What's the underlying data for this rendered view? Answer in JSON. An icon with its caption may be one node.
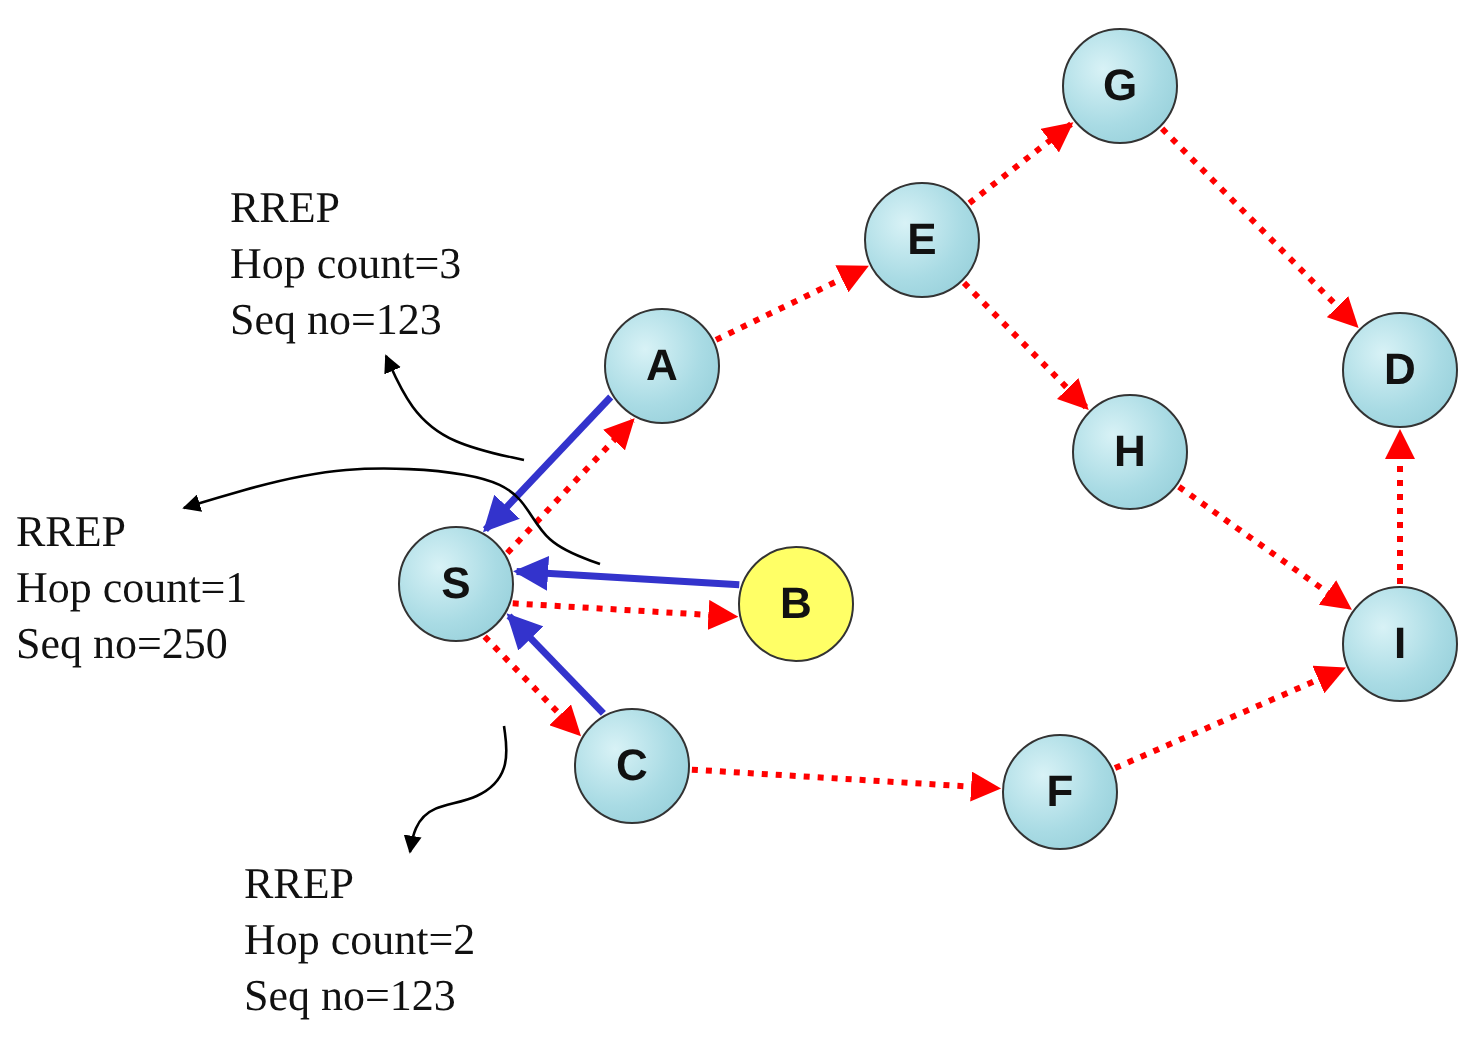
{
  "diagram": {
    "nodes": [
      {
        "text": [
          "S"
        ]
      },
      {
        "text": [
          "A"
        ]
      },
      {
        "text": [
          "B"
        ]
      },
      {
        "text": [
          "C"
        ]
      },
      {
        "text": [
          "E"
        ]
      },
      {
        "text": [
          "G"
        ]
      },
      {
        "text": [
          "H"
        ]
      },
      {
        "text": [
          "D"
        ]
      },
      {
        "text": [
          "I"
        ]
      },
      {
        "text": [
          "F"
        ]
      },
      {
        "text": [
          "RREP",
          "Hop count=3",
          "Seq no=123"
        ]
      },
      {
        "text": [
          "RREP",
          "Hop count=1",
          "Seq no=250"
        ]
      },
      {
        "text": [
          "RREP",
          "Hop count=2",
          "Seq no=123"
        ]
      }
    ],
    "edges": [
      {
        "from": 0,
        "to": 1,
        "arrow": "to",
        "style": "dashed"
      },
      {
        "from": 0,
        "to": 2,
        "arrow": "to",
        "style": "dashed"
      },
      {
        "from": 0,
        "to": 3,
        "arrow": "to",
        "style": "dashed"
      },
      {
        "from": 1,
        "to": 4,
        "arrow": "to",
        "style": "dashed"
      },
      {
        "from": 4,
        "to": 5,
        "arrow": "to",
        "style": "dashed"
      },
      {
        "from": 4,
        "to": 6,
        "arrow": "to",
        "style": "dashed"
      },
      {
        "from": 5,
        "to": 7,
        "arrow": "to",
        "style": "dashed"
      },
      {
        "from": 6,
        "to": 8,
        "arrow": "to",
        "style": "dashed"
      },
      {
        "from": 3,
        "to": 9,
        "arrow": "to",
        "style": "dashed"
      },
      {
        "from": 9,
        "to": 8,
        "arrow": "to",
        "style": "dashed"
      },
      {
        "from": 8,
        "to": 7,
        "arrow": "to",
        "style": "dashed"
      },
      {
        "from": 1,
        "to": 0,
        "arrow": "to",
        "color": "#3333cc"
      },
      {
        "from": 2,
        "to": 0,
        "arrow": "to",
        "color": "#3333cc"
      },
      {
        "from": 3,
        "to": 0,
        "arrow": "to",
        "color": "#3333cc"
      },
      {
        "from": null,
        "to": 10,
        "arrow": "to",
        "color": "#000000"
      },
      {
        "from": null,
        "to": 11,
        "arrow": "to",
        "color": "#000000"
      },
      {
        "from": null,
        "to": 12,
        "arrow": "to",
        "color": "#000000"
      }
    ]
  }
}
